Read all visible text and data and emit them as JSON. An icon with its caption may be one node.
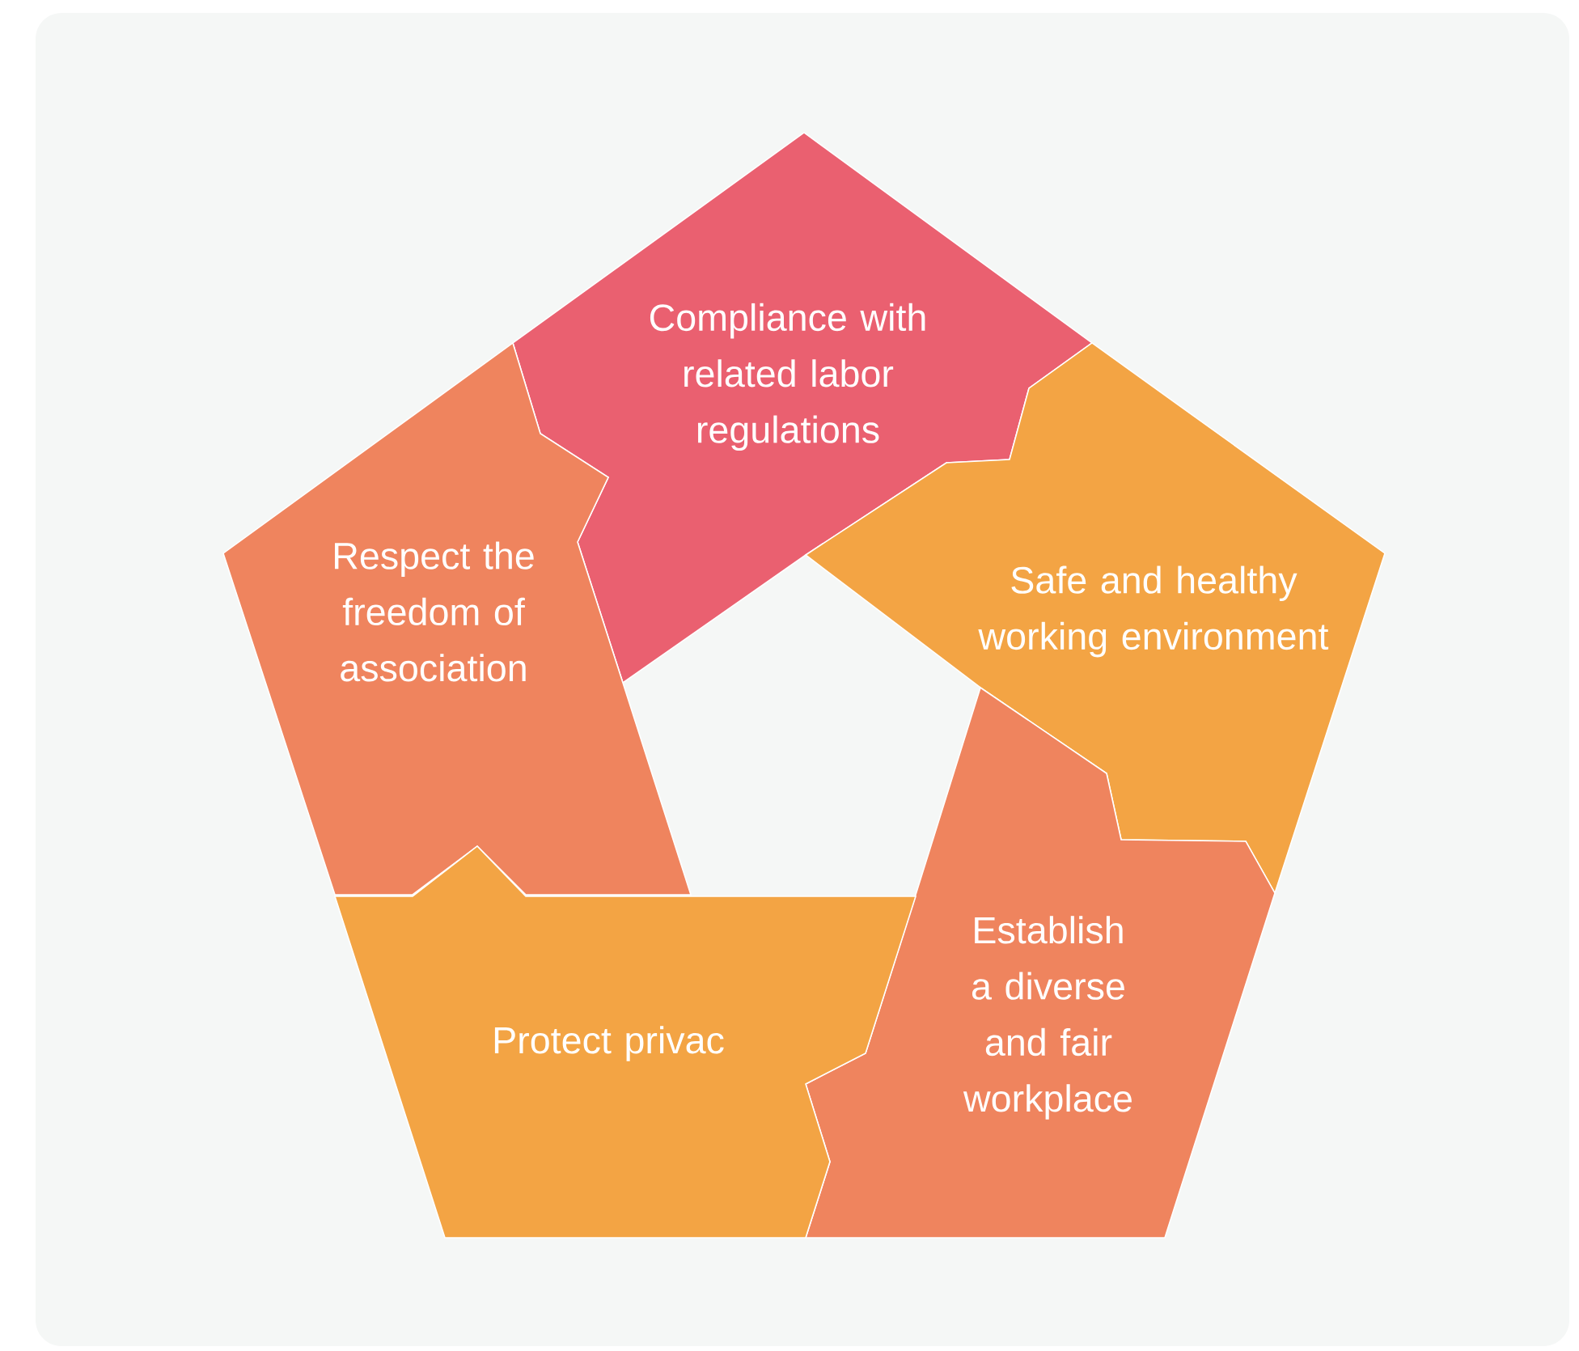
{
  "diagram": {
    "nodes": [
      {
        "text": [
          "Compliance with related labor regulations"
        ]
      },
      {
        "text": [
          "Respect the freedom of association"
        ]
      },
      {
        "text": [
          "Safe and healthy working environment"
        ]
      },
      {
        "text": [
          "Establish a diverse and fair workplace"
        ]
      },
      {
        "text": [
          "Protect privac"
        ]
      }
    ]
  }
}
